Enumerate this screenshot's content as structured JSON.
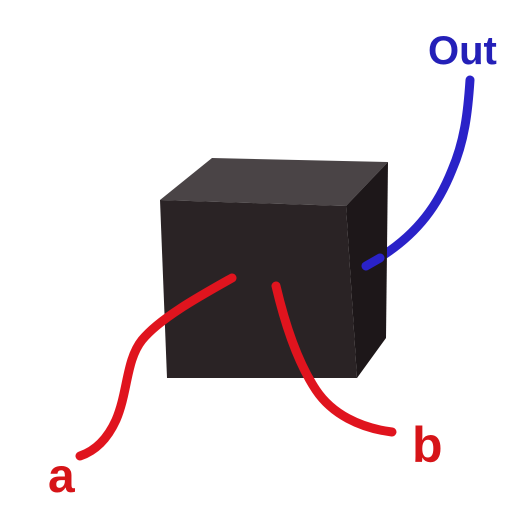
{
  "labels": {
    "out": "Out",
    "input_a": "a",
    "input_b": "b"
  },
  "colors": {
    "background": "#ffffff",
    "box_front": "#2a2325",
    "box_top": "#4a4446",
    "box_side": "#1d1719",
    "input_wire": "#e0141e",
    "output_wire": "#2a22c8",
    "input_label": "#d61418",
    "output_label": "#2420b8"
  }
}
